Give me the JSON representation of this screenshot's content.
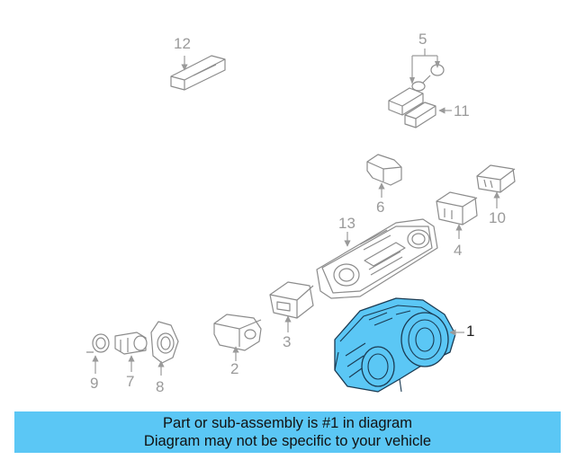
{
  "callouts": {
    "c1": "1",
    "c2": "2",
    "c3": "3",
    "c4": "4",
    "c5": "5",
    "c6": "6",
    "c7": "7",
    "c8": "8",
    "c9": "9",
    "c10": "10",
    "c11": "11",
    "c12": "12",
    "c13": "13"
  },
  "banner": {
    "line1": "Part or sub-assembly is #1 in diagram",
    "line2": "Diagram may not be specific to your vehicle"
  },
  "colors": {
    "highlight": "#5bc7f5",
    "outline": "#8c8c8c"
  }
}
